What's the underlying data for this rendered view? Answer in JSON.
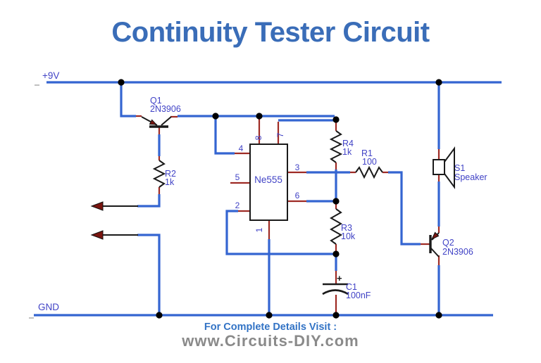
{
  "title": "Continuity Tester Circuit",
  "rails": {
    "vcc": "+9V",
    "gnd": "GND"
  },
  "ic": {
    "name": "Ne555",
    "pins": {
      "p1": "1",
      "p2": "2",
      "p3": "3",
      "p4": "4",
      "p5": "5",
      "p6": "6",
      "p7": "7",
      "p8": "8"
    }
  },
  "components": {
    "q1": {
      "ref": "Q1",
      "part": "2N3906"
    },
    "q2": {
      "ref": "Q2",
      "part": "2N3906"
    },
    "r1": {
      "ref": "R1",
      "value": "100"
    },
    "r2": {
      "ref": "R2",
      "value": "1k"
    },
    "r3": {
      "ref": "R3",
      "value": "10k"
    },
    "r4": {
      "ref": "R4",
      "value": "1k"
    },
    "c1": {
      "ref": "C1",
      "value": "100nF",
      "polarity": "+"
    },
    "s1": {
      "ref": "S1",
      "value": "Speaker"
    }
  },
  "footer": {
    "heading": "For Complete Details Visit :",
    "site": "www.Circuits-DIY.com"
  },
  "colors": {
    "wire": "#3465d1",
    "lead": "#9e2b25",
    "label": "#4143c6",
    "title": "#3a6db8",
    "footer_heading": "#3273c5",
    "footer_site": "#8a8a8a",
    "symbol": "#1a1a1a"
  }
}
